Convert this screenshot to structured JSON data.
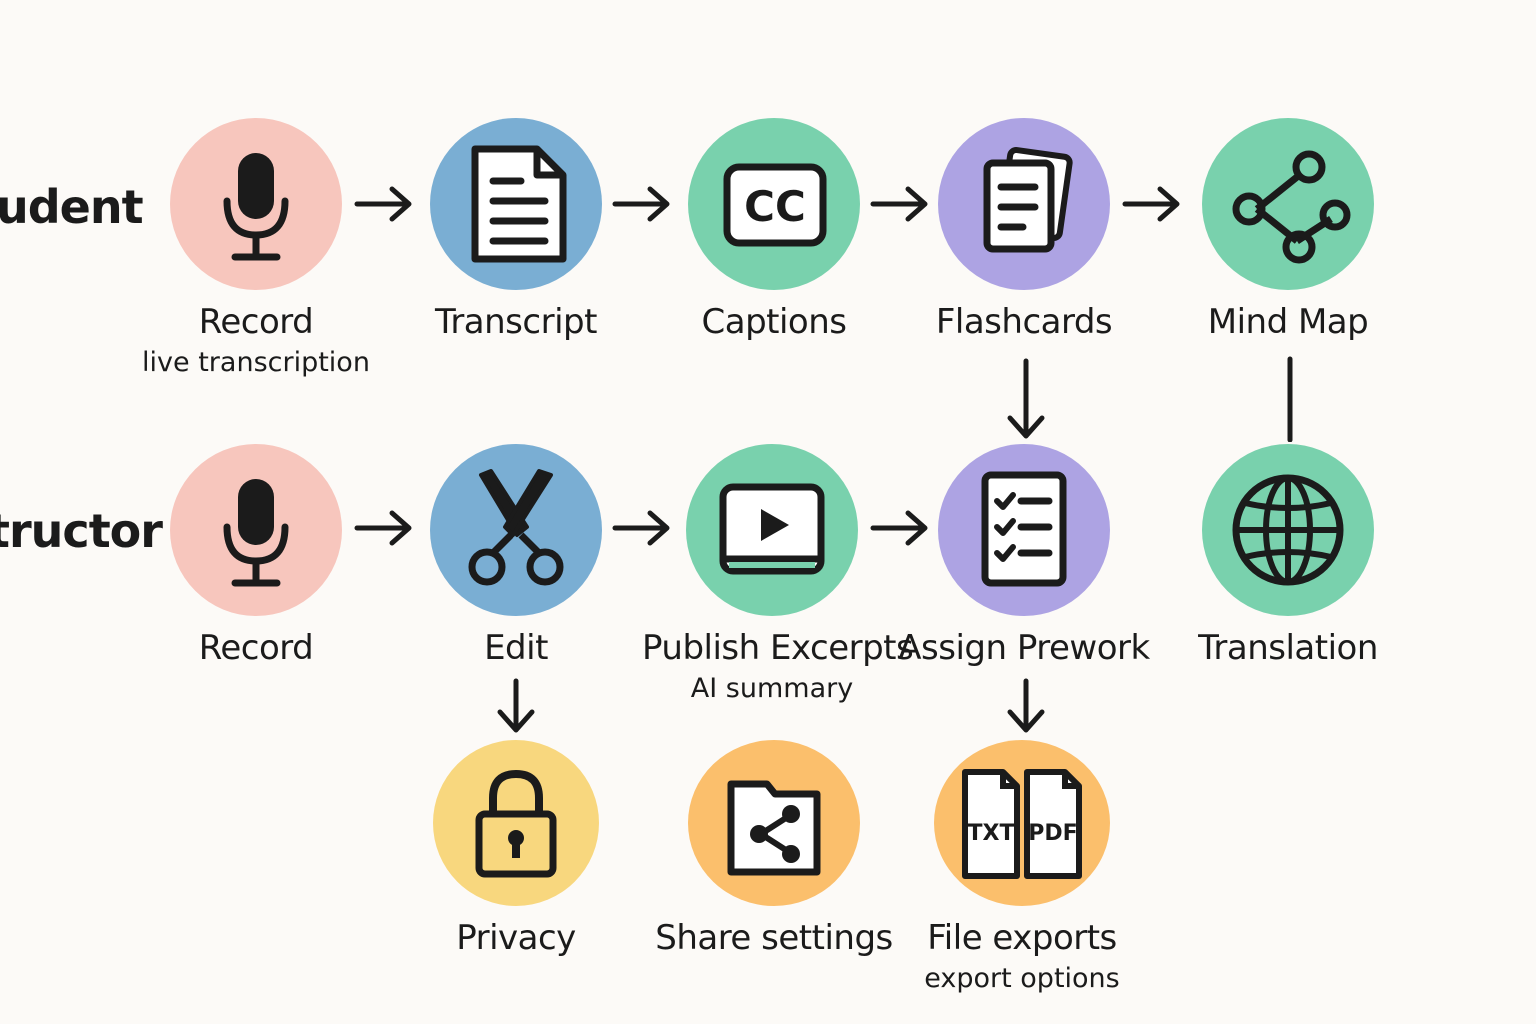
{
  "rows": {
    "student_label": "udent",
    "instructor_label": "tructor"
  },
  "colors": {
    "pink": "#f7c6bd",
    "blue": "#7aaed3",
    "green": "#79d1ad",
    "purple": "#ada3e3",
    "yellow": "#f8d77e",
    "orange": "#fbbf6c",
    "ink": "#1b1b1b"
  },
  "student": {
    "record": {
      "title": "Record",
      "sub": "live transcription",
      "icon": "microphone-icon"
    },
    "transcript": {
      "title": "Transcript",
      "icon": "document-icon"
    },
    "captions": {
      "title": "Captions",
      "icon": "cc-icon",
      "cc_text": "CC"
    },
    "flashcards": {
      "title": "Flashcards",
      "icon": "flashcards-icon"
    },
    "mindmap": {
      "title": "Mind Map",
      "icon": "share-nodes-icon"
    }
  },
  "instructor": {
    "record": {
      "title": "Record",
      "icon": "microphone-icon"
    },
    "edit": {
      "title": "Edit",
      "icon": "scissors-icon"
    },
    "publish": {
      "title": "Publish Excerpts",
      "sub": "AI summary",
      "icon": "video-play-icon"
    },
    "assign": {
      "title": "Assign Prework",
      "icon": "checklist-icon"
    },
    "translation": {
      "title": "Translation",
      "icon": "globe-icon"
    }
  },
  "outputs": {
    "privacy": {
      "title": "Privacy",
      "icon": "lock-icon"
    },
    "share": {
      "title": "Share settings",
      "icon": "folder-share-icon"
    },
    "exports": {
      "title": "File exports",
      "sub": "export options",
      "icon": "file-txt-pdf-icon",
      "txt": "TXT",
      "pdf": "PDF"
    }
  }
}
